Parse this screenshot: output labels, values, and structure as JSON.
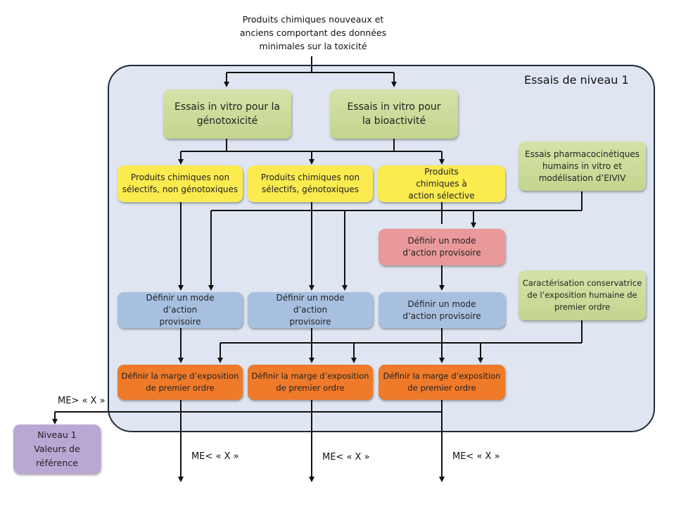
{
  "diagram": {
    "input_text": [
      "Produits  chimiques nouveaux et",
      "anciens comportant  des données",
      "minimales sur la toxicité"
    ],
    "frame_title": "Essais de niveau 1",
    "nodes": {
      "genotox": "Essais in vitro pour la génotoxicité",
      "bioact": "Essais in vitro pour la bioactivité",
      "pk": "Essais pharmacocinétiques humains in vitro et modélisation d’EIVIV",
      "nonsel_nongeno": "Produits chimiques non sélectifs, non génotoxiques",
      "nonsel_geno": "Produits chimiques non sélectifs, génotoxiques",
      "selective": "Produits chimiques à action sélective",
      "moa_selective": "Définir un mode d’action provisoire",
      "moa_1": "Définir un mode d’action provisoire",
      "moa_2": "Définir un mode d’action provisoire",
      "moa_3": "Définir un mode d’action provisoire",
      "exposure": "Caractérisation conservatrice de l’exposition humaine de premier ordre",
      "moe_1": "Définir la marge d’exposition de premier ordre",
      "moe_2": "Définir la marge d’exposition de premier ordre",
      "moe_3": "Définir la marge d’exposition de premier ordre",
      "ref_values": "Niveau 1 Valeurs de référence"
    },
    "edge_labels": {
      "me_greater": "ME> « X »",
      "me_less_1": "ME< « X »",
      "me_less_2": "ME< « X »",
      "me_less_3": "ME< « X »"
    },
    "colors": {
      "frame_fill": "#dfe6f1",
      "frame_border": "#1c2a3a",
      "green": "#c9da96",
      "yellow": "#fbeb4f",
      "red": "#e9999a",
      "blue": "#a8c0e0",
      "orange": "#ee7a2a",
      "purple": "#b9a7d4"
    }
  }
}
